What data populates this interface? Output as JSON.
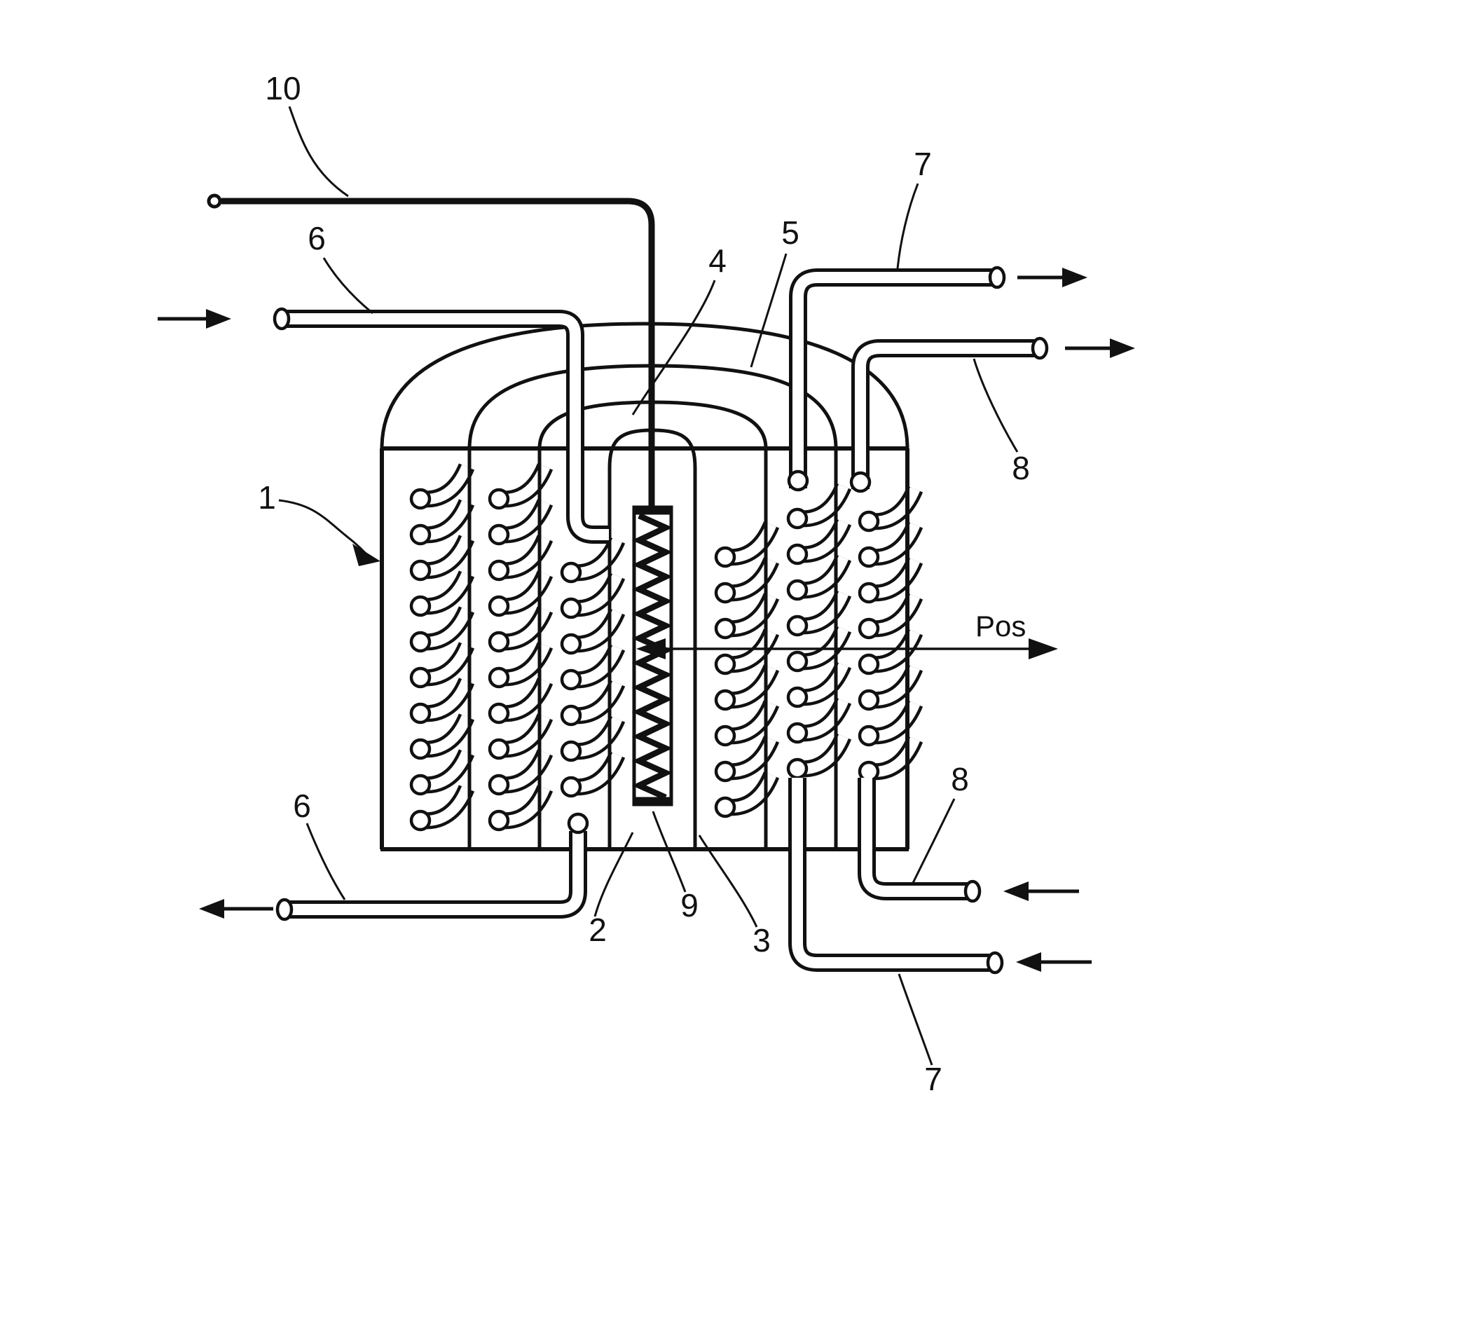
{
  "diagram": {
    "background": "#ffffff",
    "ink": "#111111",
    "reference_labels": {
      "n1": "1",
      "n2": "2",
      "n3": "3",
      "n4": "4",
      "n5": "5",
      "n6_top": "6",
      "n6_bottom": "6",
      "n7_top": "7",
      "n7_bottom": "7",
      "n8_top": "8",
      "n8_bottom": "8",
      "n9": "9",
      "n10": "10",
      "pos": "Pos"
    },
    "flow_arrows": [
      {
        "name": "inlet-top-left",
        "direction": "right"
      },
      {
        "name": "outlet-top-right-upper",
        "direction": "right"
      },
      {
        "name": "outlet-top-right-lower",
        "direction": "right"
      },
      {
        "name": "outlet-bottom-left",
        "direction": "left"
      },
      {
        "name": "inlet-bottom-right-upper",
        "direction": "left"
      },
      {
        "name": "inlet-bottom-right-lower",
        "direction": "left"
      },
      {
        "name": "pos-axis",
        "direction": "left-right"
      }
    ]
  }
}
